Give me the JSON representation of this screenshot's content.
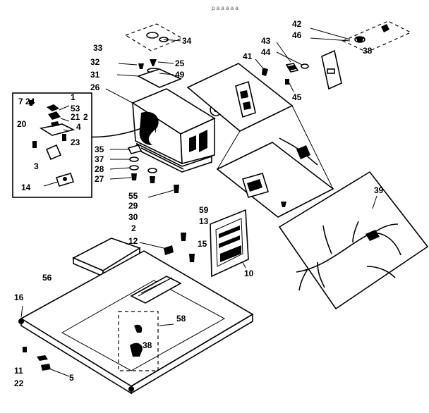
{
  "header_text": "p a a a a a",
  "callouts": {
    "c33": "33",
    "c34": "34",
    "c32": "32",
    "c25": "25",
    "c31": "31",
    "c49": "49",
    "c26": "26",
    "c42": "42",
    "c46": "46",
    "c38a": "38",
    "c43": "43",
    "c44": "44",
    "c41": "41",
    "c45": "45",
    "c7": "7",
    "c24": "24",
    "c1": "1",
    "c53": "53",
    "c21": "21",
    "c2a": "2",
    "c4": "4",
    "c20": "20",
    "c23": "23",
    "c3": "3",
    "c14": "14",
    "c35": "35",
    "c37": "37",
    "c28": "28",
    "c27": "27",
    "c55": "55",
    "c29": "29",
    "c30": "30",
    "c2b": "2",
    "c59": "59",
    "c13": "13",
    "c12": "12",
    "c15": "15",
    "c10": "10",
    "c56": "56",
    "c39": "39",
    "c16": "16",
    "c58": "58",
    "c38b": "38",
    "c11": "11",
    "c22": "22",
    "c5": "5"
  }
}
